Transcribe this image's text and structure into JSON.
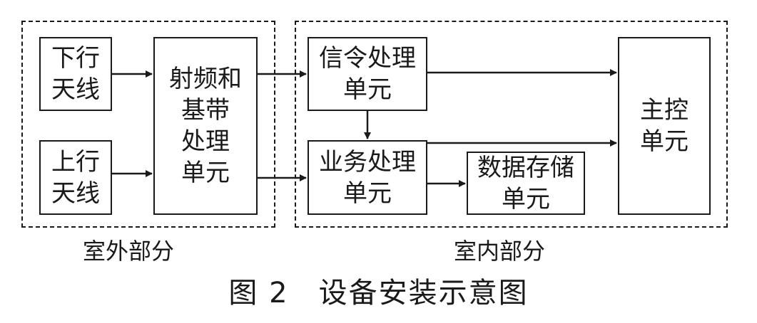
{
  "groups": {
    "outdoor": "室外部分",
    "indoor": "室内部分"
  },
  "nodes": {
    "downlink_antenna": "下行\n天线",
    "uplink_antenna": "上行\n天线",
    "rf_baseband": "射频和\n基带\n处理\n单元",
    "signaling_unit": "信令处理\n单元",
    "service_unit": "业务处理\n单元",
    "storage_unit": "数据存储\n单元",
    "main_control": "主控\n单元"
  },
  "caption": "图 2　设备安装示意图"
}
